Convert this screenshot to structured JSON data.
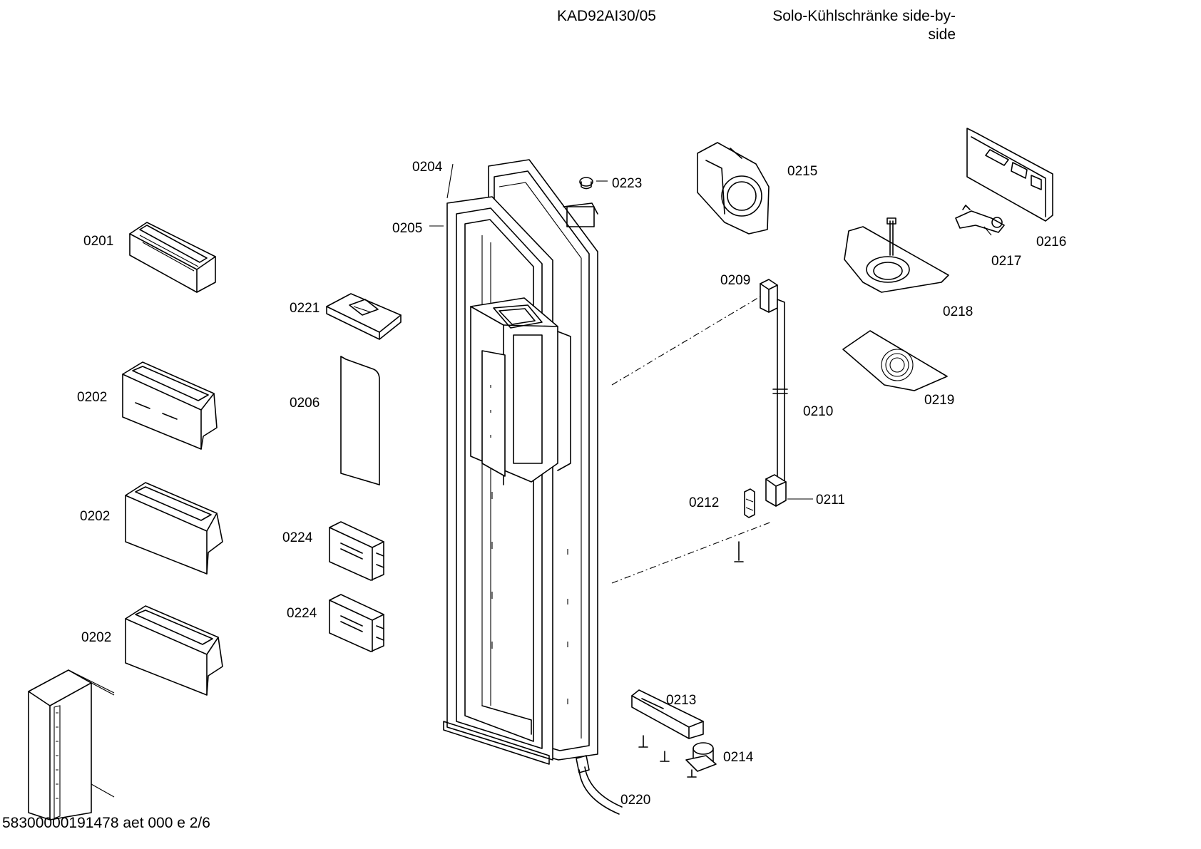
{
  "header": {
    "model": "KAD92AI30/05",
    "title_line1": "Solo-Kühlschränke side-by-",
    "title_line2": "side"
  },
  "footer": {
    "doc_number": "58300000191478 aet 000 e 2/6"
  },
  "callouts": {
    "c0201": "0201",
    "c0202a": "0202",
    "c0202b": "0202",
    "c0202c": "0202",
    "c0204": "0204",
    "c0205": "0205",
    "c0206": "0206",
    "c0209": "0209",
    "c0210": "0210",
    "c0211": "0211",
    "c0212": "0212",
    "c0213": "0213",
    "c0214": "0214",
    "c0215": "0215",
    "c0216": "0216",
    "c0217": "0217",
    "c0218": "0218",
    "c0219": "0219",
    "c0220": "0220",
    "c0221": "0221",
    "c0223": "0223",
    "c0224a": "0224",
    "c0224b": "0224"
  }
}
